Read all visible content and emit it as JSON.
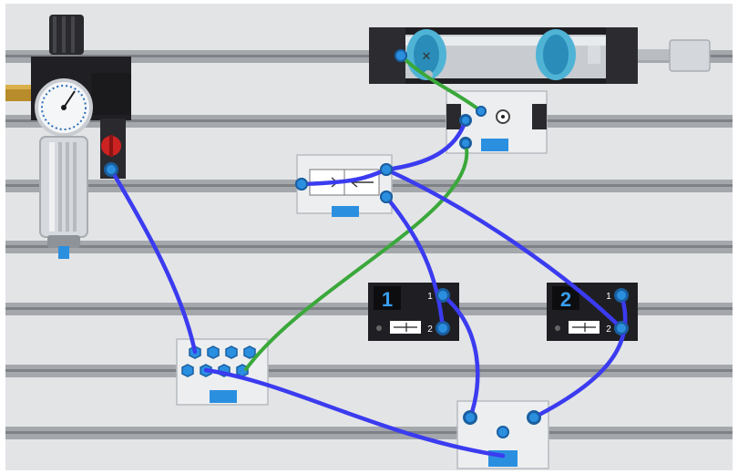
{
  "canvas": {
    "rail_color": "#9fa3a8",
    "plate_color": "#e3e4e6",
    "tube_blue": "#3b3bf0",
    "tube_green": "#3aa83a",
    "port_blue": "#2b8fe0",
    "knob_red": "#cc2222"
  },
  "components": {
    "regulator": {
      "icon": "filter-regulator-gauge-icon"
    },
    "shutoff_valve": {
      "icon": "shutoff-valve-icon"
    },
    "cylinder": {
      "icon": "double-acting-cylinder-icon",
      "mark": "✕"
    },
    "valve_5_2": {
      "icon": "5-2-way-valve-icon"
    },
    "manifold": {
      "icon": "distributor-manifold-icon"
    },
    "shuttle": {
      "icon": "shuttle-valve-icon"
    },
    "solenoid_1": {
      "number": "1",
      "port_in": "1",
      "port_out": "2",
      "icon": "solenoid-valve-icon"
    },
    "solenoid_2": {
      "number": "2",
      "port_in": "1",
      "port_out": "2",
      "icon": "solenoid-valve-icon"
    }
  }
}
